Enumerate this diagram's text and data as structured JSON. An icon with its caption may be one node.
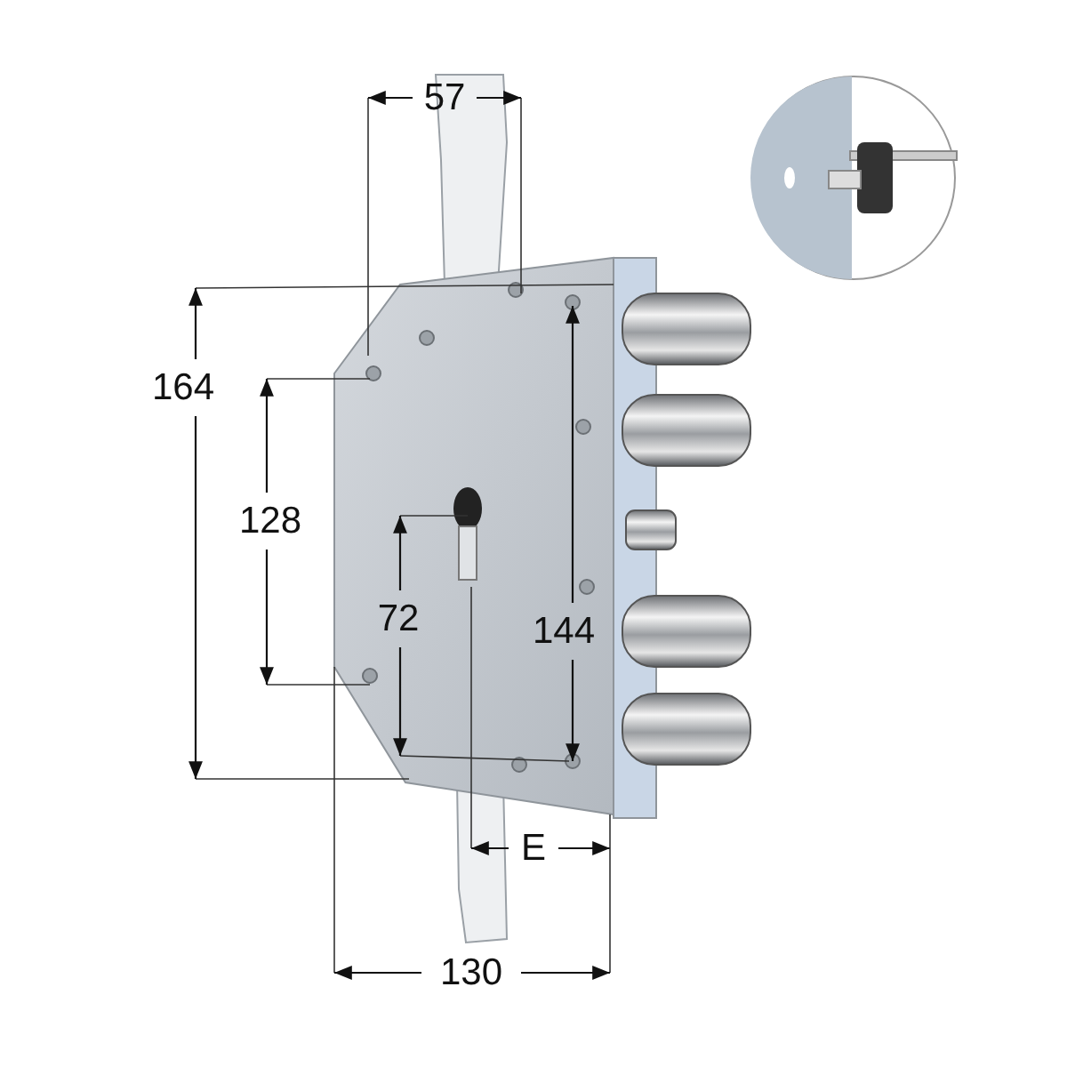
{
  "diagram": {
    "labels": [
      "57",
      "164",
      "128",
      "72",
      "144",
      "E",
      "130"
    ]
  }
}
